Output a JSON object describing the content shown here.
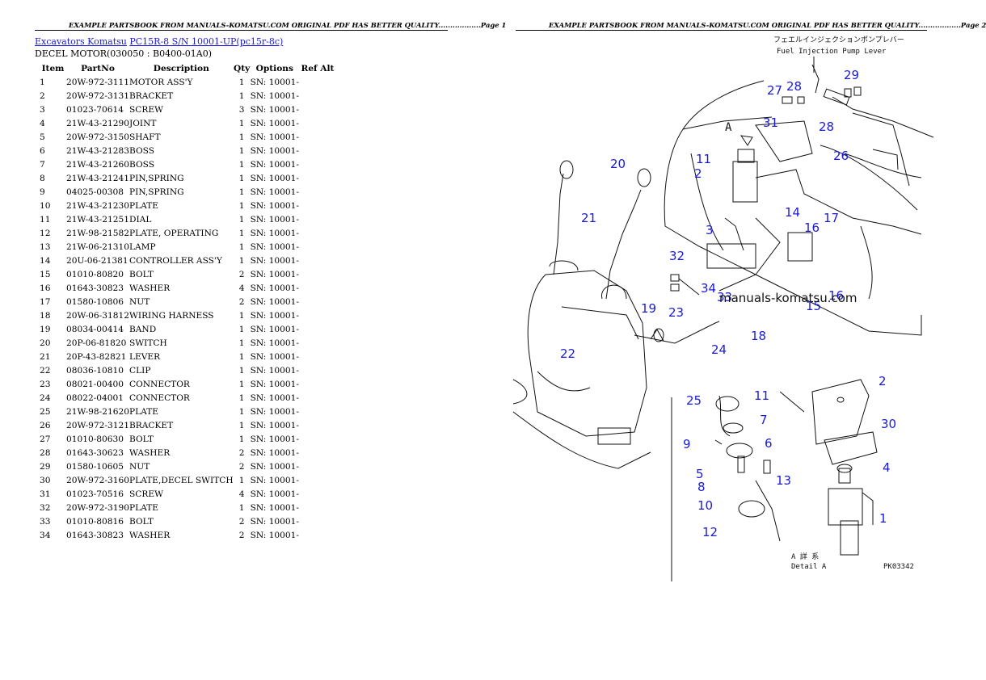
{
  "header": {
    "left": "EXAMPLE PARTSBOOK FROM MANUALS-KOMATSU.COM ORIGINAL PDF HAS BETTER QUALITY..................Page 1",
    "right": "EXAMPLE PARTSBOOK FROM MANUALS-KOMATSU.COM ORIGINAL PDF HAS BETTER QUALITY..................Page 2"
  },
  "breadcrumb": {
    "link1": "Excavators Komatsu",
    "link2": "PC15R-8 S/N 10001-UP(pc15r-8c)"
  },
  "section_title": "DECEL MOTOR(030050 : B0400-01A0)",
  "table": {
    "headers": [
      "Item",
      "PartNo",
      "Description",
      "Qty",
      "Options",
      "Ref Alt"
    ],
    "rows": [
      [
        "1",
        "20W-972-3111",
        "MOTOR ASS'Y",
        "1",
        "SN: 10001-",
        ""
      ],
      [
        "2",
        "20W-972-3131",
        "BRACKET",
        "1",
        "SN: 10001-",
        ""
      ],
      [
        "3",
        "01023-70614",
        "SCREW",
        "3",
        "SN: 10001-",
        ""
      ],
      [
        "4",
        "21W-43-21290",
        "JOINT",
        "1",
        "SN: 10001-",
        ""
      ],
      [
        "5",
        "20W-972-3150",
        "SHAFT",
        "1",
        "SN: 10001-",
        ""
      ],
      [
        "6",
        "21W-43-21283",
        "BOSS",
        "1",
        "SN: 10001-",
        ""
      ],
      [
        "7",
        "21W-43-21260",
        "BOSS",
        "1",
        "SN: 10001-",
        ""
      ],
      [
        "8",
        "21W-43-21241",
        "PIN,SPRING",
        "1",
        "SN: 10001-",
        ""
      ],
      [
        "9",
        "04025-00308",
        "PIN,SPRING",
        "1",
        "SN: 10001-",
        ""
      ],
      [
        "10",
        "21W-43-21230",
        "PLATE",
        "1",
        "SN: 10001-",
        ""
      ],
      [
        "11",
        "21W-43-21251",
        "DIAL",
        "1",
        "SN: 10001-",
        ""
      ],
      [
        "12",
        "21W-98-21582",
        "PLATE, OPERATING",
        "1",
        "SN: 10001-",
        ""
      ],
      [
        "13",
        "21W-06-21310",
        "LAMP",
        "1",
        "SN: 10001-",
        ""
      ],
      [
        "14",
        "20U-06-21381",
        "CONTROLLER ASS'Y",
        "1",
        "SN: 10001-",
        ""
      ],
      [
        "15",
        "01010-80820",
        "BOLT",
        "2",
        "SN: 10001-",
        ""
      ],
      [
        "16",
        "01643-30823",
        "WASHER",
        "4",
        "SN: 10001-",
        ""
      ],
      [
        "17",
        "01580-10806",
        "NUT",
        "2",
        "SN: 10001-",
        ""
      ],
      [
        "18",
        "20W-06-31812",
        "WIRING HARNESS",
        "1",
        "SN: 10001-",
        ""
      ],
      [
        "19",
        "08034-00414",
        "BAND",
        "1",
        "SN: 10001-",
        ""
      ],
      [
        "20",
        "20P-06-81820",
        "SWITCH",
        "1",
        "SN: 10001-",
        ""
      ],
      [
        "21",
        "20P-43-82821",
        "LEVER",
        "1",
        "SN: 10001-",
        ""
      ],
      [
        "22",
        "08036-10810",
        "CLIP",
        "1",
        "SN: 10001-",
        ""
      ],
      [
        "23",
        "08021-00400",
        "CONNECTOR",
        "1",
        "SN: 10001-",
        ""
      ],
      [
        "24",
        "08022-04001",
        "CONNECTOR",
        "1",
        "SN: 10001-",
        ""
      ],
      [
        "25",
        "21W-98-21620",
        "PLATE",
        "1",
        "SN: 10001-",
        ""
      ],
      [
        "26",
        "20W-972-3121",
        "BRACKET",
        "1",
        "SN: 10001-",
        ""
      ],
      [
        "27",
        "01010-80630",
        "BOLT",
        "1",
        "SN: 10001-",
        ""
      ],
      [
        "28",
        "01643-30623",
        "WASHER",
        "2",
        "SN: 10001-",
        ""
      ],
      [
        "29",
        "01580-10605",
        "NUT",
        "2",
        "SN: 10001-",
        ""
      ],
      [
        "30",
        "20W-972-3160",
        "PLATE,DECEL SWITCH",
        "1",
        "SN: 10001-",
        ""
      ],
      [
        "31",
        "01023-70516",
        "SCREW",
        "4",
        "SN: 10001-",
        ""
      ],
      [
        "32",
        "20W-972-3190",
        "PLATE",
        "1",
        "SN: 10001-",
        ""
      ],
      [
        "33",
        "01010-80816",
        "BOLT",
        "2",
        "SN: 10001-",
        ""
      ],
      [
        "34",
        "01643-30823",
        "WASHER",
        "2",
        "SN: 10001-",
        ""
      ]
    ]
  },
  "diagram": {
    "label_jp": "フェエルインジェクションポンプレバー",
    "label_en": "Fuel Injection Pump Lever",
    "watermark": "manuals-komatsu.com",
    "view_letter": "A",
    "detail_jp": "A  詳 系",
    "detail_en": "Detail A",
    "drawing_code": "PK03342",
    "callouts": [
      "27",
      "28",
      "29",
      "28",
      "31",
      "26",
      "11",
      "2",
      "20",
      "21",
      "14",
      "16",
      "17",
      "3",
      "32",
      "34",
      "33",
      "16",
      "15",
      "19",
      "23",
      "24",
      "22",
      "18",
      "2",
      "25",
      "11",
      "7",
      "30",
      "9",
      "6",
      "4",
      "5",
      "8",
      "13",
      "10",
      "1",
      "12"
    ]
  }
}
